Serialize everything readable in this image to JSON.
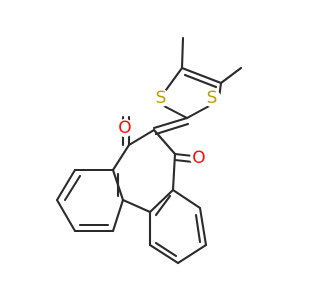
{
  "molecule": {
    "atoms": {
      "sulfur_left": "S",
      "sulfur_right": "S",
      "oxygen_left": "O",
      "oxygen_right": "O"
    },
    "colors": {
      "bond": "#2b2b2b",
      "sulfur": "#b8a200",
      "oxygen": "#ff0d0d",
      "background": "#ffffff"
    }
  }
}
